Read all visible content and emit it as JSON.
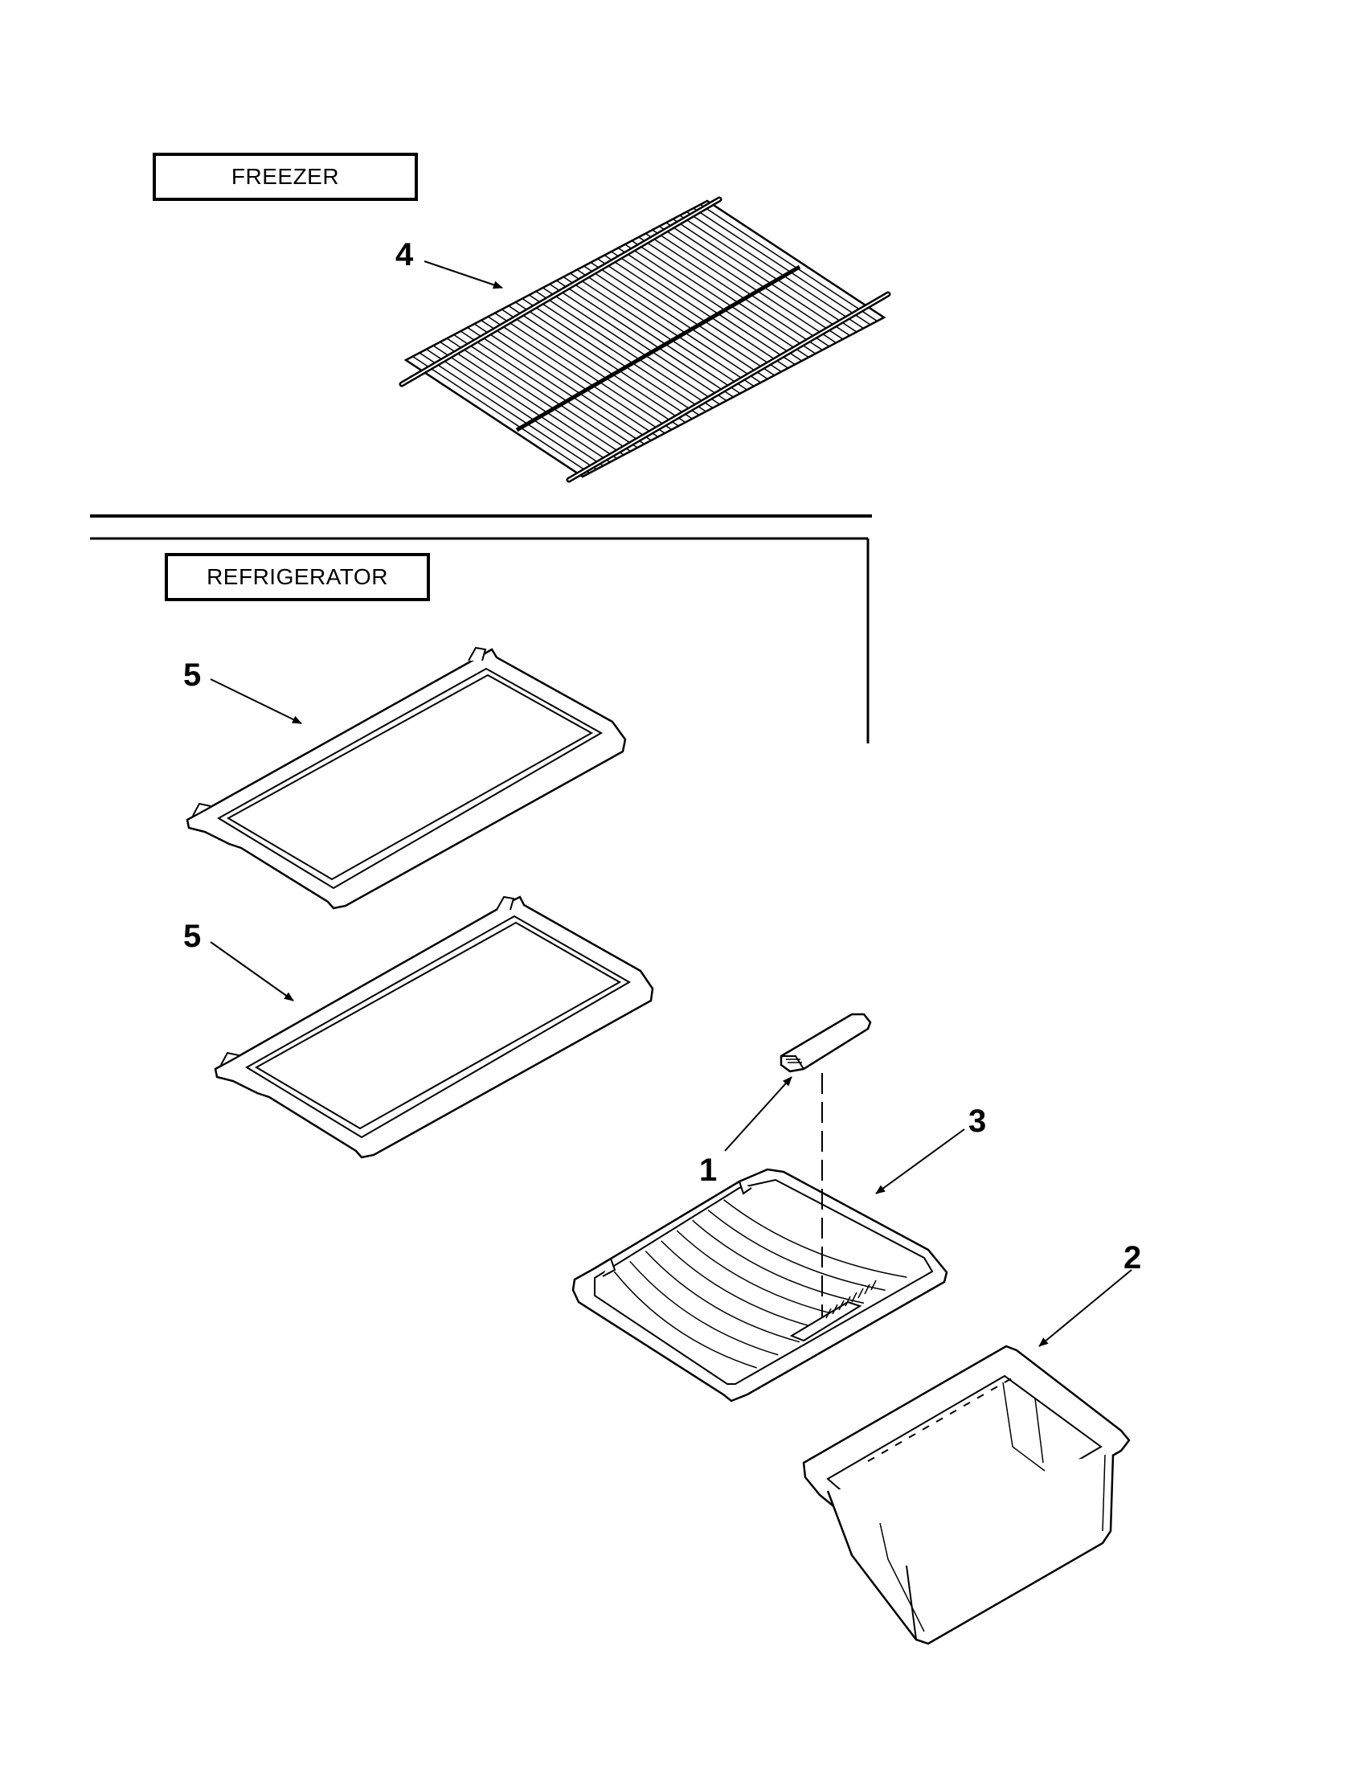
{
  "sections": {
    "freezer": "FREEZER",
    "refrigerator": "REFRIGERATOR"
  },
  "callouts": {
    "wire_shelf": "4",
    "glass_shelf_upper": "5",
    "glass_shelf_lower": "5",
    "humidity_slider": "1",
    "crisper_cover": "3",
    "crisper_drawer": "2"
  }
}
